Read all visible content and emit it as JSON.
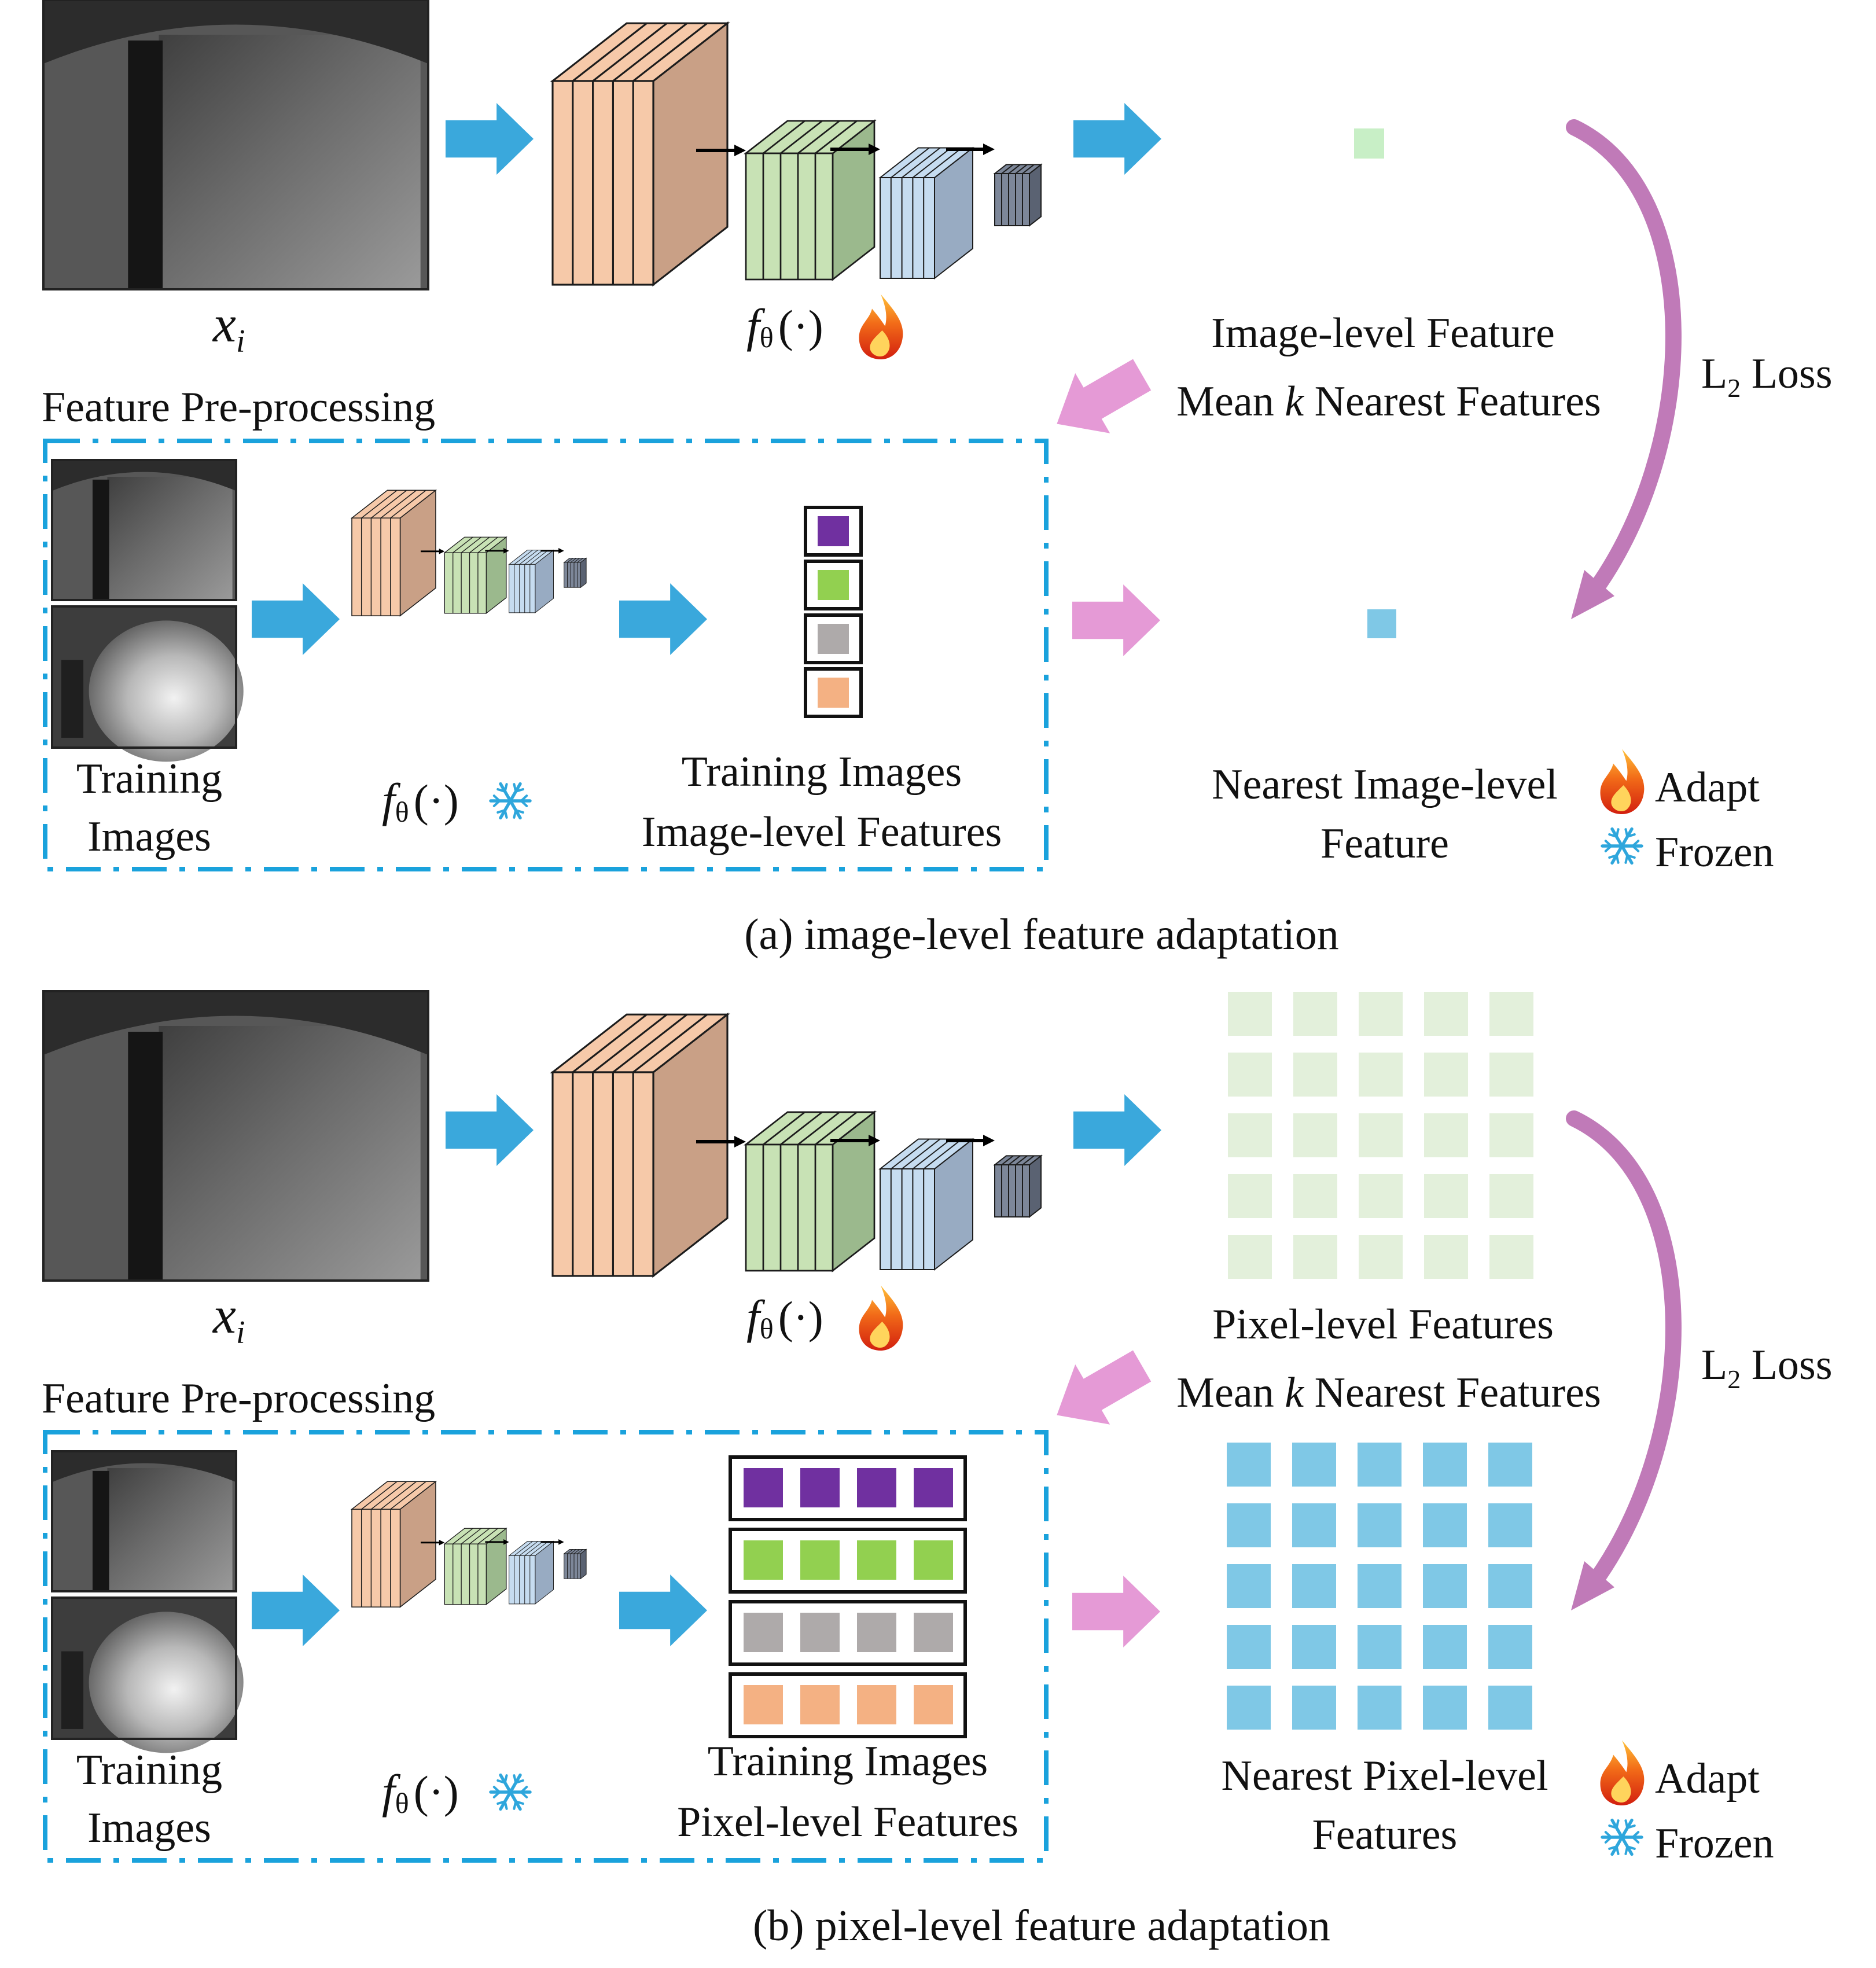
{
  "panel_a": {
    "input_label": "x",
    "input_sub": "i",
    "encoder_label": "f",
    "encoder_sub": "θ",
    "encoder_arg": "(·)",
    "preprocess_title": "Feature Pre-processing",
    "feature_line1": "Image-level Feature",
    "feature_line2_pre": "Mean ",
    "feature_line2_k": "k",
    "feature_line2_post": " Nearest Features",
    "loss_main": "L",
    "loss_sub": "2",
    "loss_word": " Loss",
    "train_label_1": "Training",
    "train_label_2": "Images",
    "bank_label_1": "Training Images",
    "bank_label_2": "Image-level Features",
    "nearest_label_1": "Nearest Image-level",
    "nearest_label_2": "Feature",
    "caption": "(a) image-level feature adaptation"
  },
  "panel_b": {
    "input_label": "x",
    "input_sub": "i",
    "encoder_label": "f",
    "encoder_sub": "θ",
    "encoder_arg": "(·)",
    "preprocess_title": "Feature Pre-processing",
    "feature_line1": "Pixel-level Features",
    "feature_line2_pre": "Mean ",
    "feature_line2_k": "k",
    "feature_line2_post": " Nearest Features",
    "loss_main": "L",
    "loss_sub": "2",
    "loss_word": " Loss",
    "train_label_1": "Training",
    "train_label_2": "Images",
    "bank_label_1": "Training Images",
    "bank_label_2": "Pixel-level Features",
    "nearest_label_1": "Nearest Pixel-level",
    "nearest_label_2": "Features",
    "caption": "(b) pixel-level feature adaptation"
  },
  "legend": {
    "adapt": "Adapt",
    "frozen": "Frozen"
  },
  "colors": {
    "arrow_blue": "#3aa8dc",
    "arrow_pink": "#e59ad6",
    "loss_purple": "#c07ab8",
    "frame_blue": "#1aa2dc",
    "layer1": "#f6c9a9",
    "layer2": "#c8e2b5",
    "layer3": "#c6dcf0",
    "layer4": "#8b96a8",
    "feat_green": "#c8efc6",
    "feat_blue": "#7fc8e6",
    "bank_purple": "#7030a0",
    "bank_green": "#92d050",
    "bank_gray": "#aeaaaa",
    "bank_orange": "#f4b183"
  },
  "icons": [
    "flame-icon",
    "snowflake-icon"
  ]
}
